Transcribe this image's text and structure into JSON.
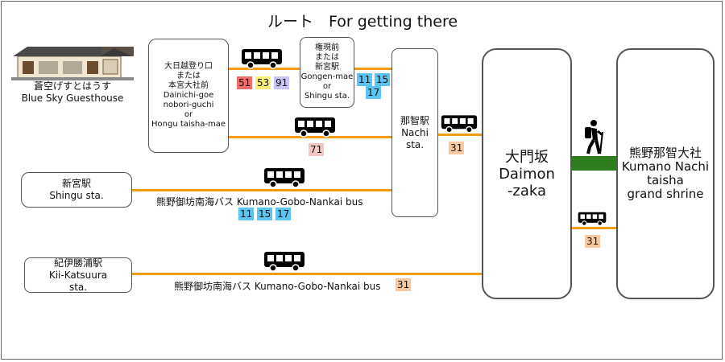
{
  "title": "ルート　For getting there",
  "guesthouse": {
    "name_ja": "蒼空げすとはうす",
    "name_en": "Blue Sky Guesthouse"
  },
  "stops": {
    "dainichi": [
      "大日越登り口",
      "または",
      "本宮大社前",
      "Dainichi-goe",
      "nobori-guchi",
      "or",
      "Hongu taisha-mae"
    ],
    "gongen": [
      "権現前",
      "または",
      "新宮駅",
      "Gongen-mae",
      "or",
      "Shingu sta."
    ],
    "nachi": [
      "那智駅",
      "Nachi",
      "sta."
    ],
    "daimon": [
      "大門坂",
      "Daimon",
      "-zaka"
    ],
    "shrine": [
      "熊野那智大社",
      "Kumano Nachi",
      "taisha",
      "grand shrine"
    ],
    "shingu": [
      "新宮駅",
      "Shingu sta."
    ],
    "katsuura": [
      "紀伊勝浦駅",
      "Kii-Katsuura",
      "sta."
    ]
  },
  "bus_labels": {
    "shingu_route": "熊野御坊南海バス Kumano-Gobo-Nankai bus",
    "katsuura_route": "熊野御坊南海バス Kumano-Gobo-Nankai bus"
  },
  "badges": {
    "top_route": [
      "51",
      "53",
      "91"
    ],
    "gongen_nachi": [
      "11",
      "15",
      "17"
    ],
    "dainichi_nachi": [
      "71"
    ],
    "nachi_daimon": [
      "31"
    ],
    "shingu_route": [
      "11",
      "15",
      "17"
    ],
    "daimon_shrine": [
      "31"
    ],
    "katsuura_route": [
      "31"
    ]
  },
  "colors": {
    "route_line": "#f39c12",
    "badge_red": "#f26b6b",
    "badge_yellow": "#ffef7a",
    "badge_purple": "#c8c4f4",
    "badge_blue": "#5bc4f2",
    "badge_pink": "#f7c6c4",
    "badge_orange": "#f8c9a0",
    "walk_path": "#2e7d1f"
  },
  "icons": [
    "bus-icon",
    "hiker-icon",
    "house-icon"
  ]
}
